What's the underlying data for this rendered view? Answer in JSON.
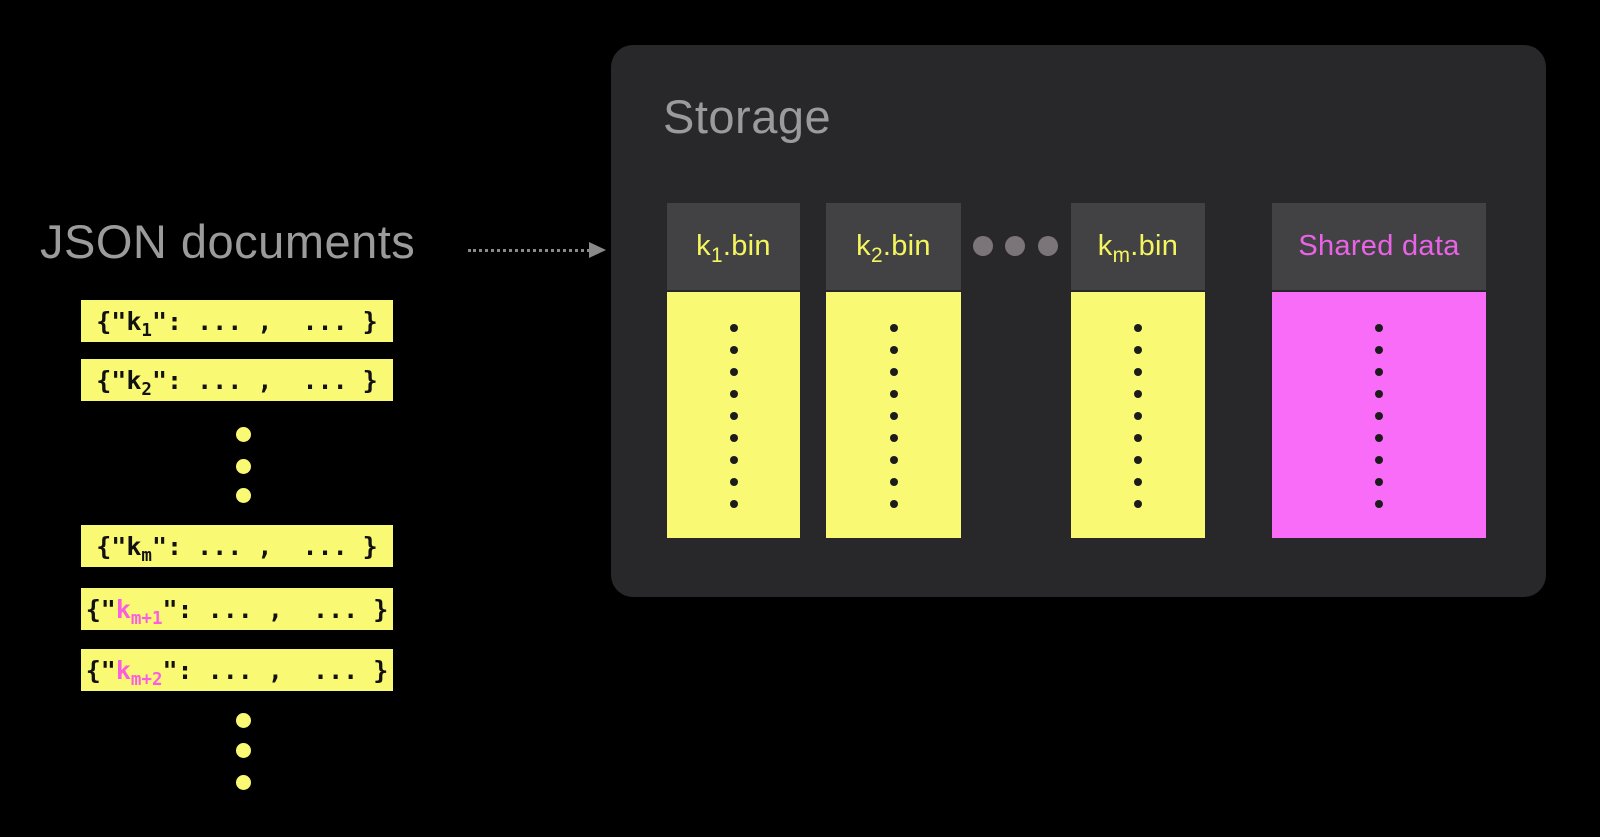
{
  "left": {
    "title": "JSON documents",
    "bars": [
      {
        "open": "{\"",
        "key": "k",
        "sub": "1",
        "close": "\": ... ,  ... }",
        "pink": false
      },
      {
        "open": "{\"",
        "key": "k",
        "sub": "2",
        "close": "\": ... ,  ... }",
        "pink": false
      },
      {
        "open": "{\"",
        "key": "k",
        "sub": "m",
        "close": "\": ... ,  ... }",
        "pink": false
      },
      {
        "open": "{\"",
        "key": "k",
        "sub": "m+1",
        "close": "\": ... ,  ... }",
        "pink": true
      },
      {
        "open": "{\"",
        "key": "k",
        "sub": "m+2",
        "close": "\": ... ,  ... }",
        "pink": true
      }
    ],
    "ellipsis_dots_per_group": 3
  },
  "storage": {
    "title": "Storage",
    "columns": [
      {
        "name": "k1-bin",
        "key": "k",
        "sub": "1",
        "suffix": ".bin",
        "type": "partition"
      },
      {
        "name": "k2-bin",
        "key": "k",
        "sub": "2",
        "suffix": ".bin",
        "type": "partition"
      },
      {
        "name": "km-bin",
        "key": "k",
        "sub": "m",
        "suffix": ".bin",
        "type": "partition"
      },
      {
        "name": "shared-data",
        "label": "Shared data",
        "type": "shared"
      }
    ],
    "gap_ellipsis_dots": 3,
    "body_dots_per_column": 9
  },
  "colors": {
    "background": "#000000",
    "panel_bg": "#28282b",
    "header_bg": "#424245",
    "yellow": "#f9f973",
    "yellow_text": "#f5f55f",
    "magenta_body": "#f86cf8",
    "magenta_text": "#ea63e6",
    "pink_key": "#fb5fe0",
    "gray_text": "#9b9b9b",
    "arrow_gray": "#8a8a8a",
    "ellipsis_gray": "#7b757a"
  }
}
